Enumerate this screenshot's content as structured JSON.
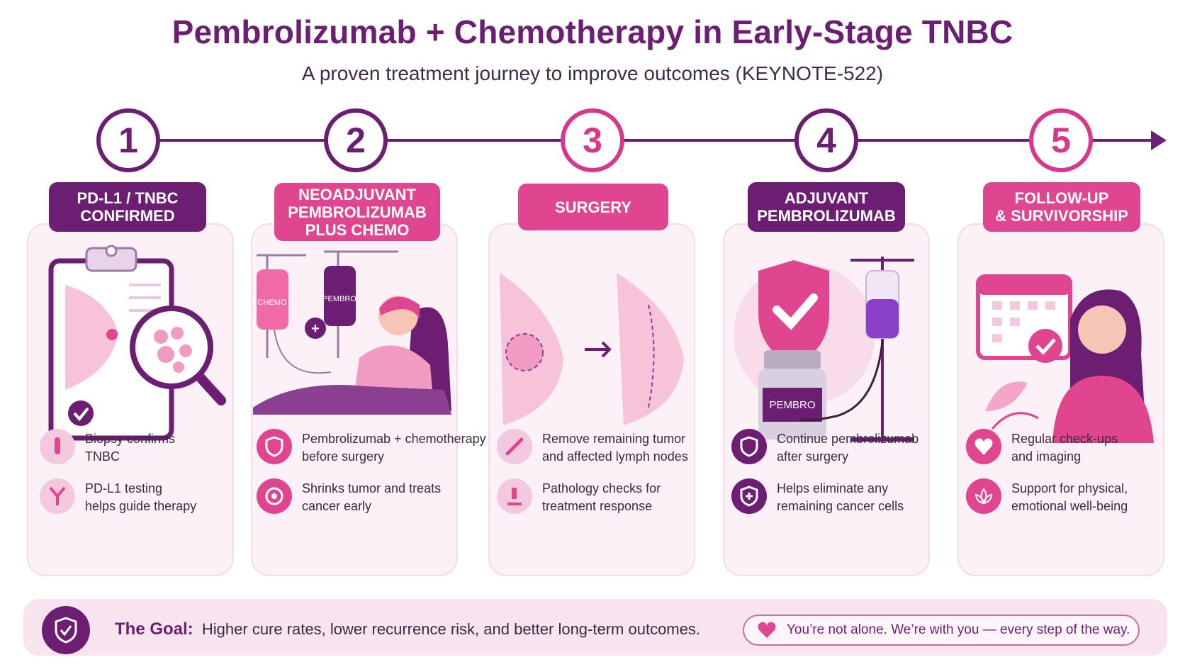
{
  "header": {
    "title": "Pembrolizumab + Chemotherapy in Early-Stage TNBC",
    "subtitle": "A proven treatment journey to improve outcomes (KEYNOTE-522)"
  },
  "steps": [
    {
      "number": "1",
      "label_lines": [
        "PD-L1 / TNBC",
        "CONFIRMED"
      ],
      "bullets": [
        {
          "icon": "test-tube-icon",
          "lines": [
            "Biopsy confirms",
            "TNBC"
          ]
        },
        {
          "icon": "antibody-icon",
          "lines": [
            "PD-L1 testing",
            "helps guide therapy"
          ]
        }
      ]
    },
    {
      "number": "2",
      "label_lines": [
        "NEOADJUVANT",
        "PEMBROLIZUMAB",
        "PLUS CHEMO"
      ],
      "illustration": {
        "bag_left": "CHEMO",
        "bag_right": "PEMBRO",
        "plus": "+"
      },
      "bullets": [
        {
          "icon": "shield-icon",
          "lines": [
            "Pembrolizumab + chemotherapy",
            "before surgery"
          ]
        },
        {
          "icon": "target-icon",
          "lines": [
            "Shrinks tumor and treats",
            "cancer early"
          ]
        }
      ]
    },
    {
      "number": "3",
      "label_lines": [
        "SURGERY"
      ],
      "bullets": [
        {
          "icon": "scalpel-icon",
          "lines": [
            "Remove remaining tumor",
            "and affected lymph nodes"
          ]
        },
        {
          "icon": "microscope-icon",
          "lines": [
            "Pathology checks for",
            "treatment response"
          ]
        }
      ]
    },
    {
      "number": "4",
      "label_lines": [
        "ADJUVANT",
        "PEMBROLIZUMAB"
      ],
      "illustration": {
        "vial": "PEMBRO"
      },
      "bullets": [
        {
          "icon": "shield-icon",
          "lines": [
            "Continue pembrolizumab",
            "after surgery"
          ]
        },
        {
          "icon": "shield-plus-icon",
          "lines": [
            "Helps eliminate any",
            "remaining cancer cells"
          ]
        }
      ]
    },
    {
      "number": "5",
      "label_lines": [
        "FOLLOW-UP",
        "& SURVIVORSHIP"
      ],
      "bullets": [
        {
          "icon": "heart-icon",
          "lines": [
            "Regular check-ups",
            "and imaging"
          ]
        },
        {
          "icon": "lotus-icon",
          "lines": [
            "Support for physical,",
            "emotional well-being"
          ]
        }
      ]
    }
  ],
  "goal": {
    "label": "The Goal:",
    "text": "Higher cure rates, lower recurrence risk, and better long-term outcomes."
  },
  "support": {
    "text": "You’re not alone. We’re with you — every step of the way."
  },
  "colors": {
    "primary_purple": "#6b1e72",
    "accent_pink": "#e0468f",
    "card_background": "#fcf1f7"
  }
}
